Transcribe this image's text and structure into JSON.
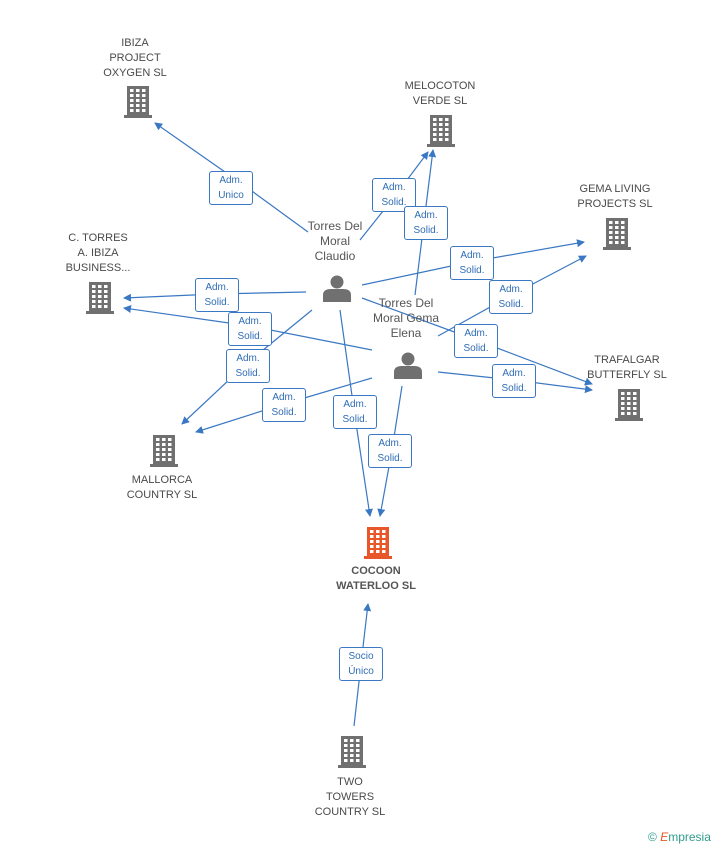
{
  "colors": {
    "edge": "#3a78c3",
    "company": "#707070",
    "focus": "#e8572a",
    "person": "#707070"
  },
  "companies": [
    {
      "id": "ibiza",
      "label": "IBIZA\nPROJECT\nOXYGEN  SL",
      "icon": "building-icon"
    },
    {
      "id": "melocoton",
      "label": "MELOCOTON\nVERDE SL",
      "icon": "building-icon"
    },
    {
      "id": "gema",
      "label": "GEMA LIVING\nPROJECTS SL",
      "icon": "building-icon"
    },
    {
      "id": "ctorres",
      "label": "C.  TORRES\nA. IBIZA\nBUSINESS...",
      "icon": "building-icon"
    },
    {
      "id": "trafalgar",
      "label": "TRAFALGAR\nBUTTERFLY SL",
      "icon": "building-icon"
    },
    {
      "id": "mallorca",
      "label": "MALLORCA\nCOUNTRY SL",
      "icon": "building-icon"
    },
    {
      "id": "cocoon",
      "label": "COCOON\nWATERLOO SL",
      "icon": "building-icon",
      "focus": true
    },
    {
      "id": "two",
      "label": "TWO\nTOWERS\nCOUNTRY  SL",
      "icon": "building-icon"
    }
  ],
  "people": [
    {
      "id": "claudio",
      "label": "Torres Del\nMoral\nClaudio",
      "icon": "person-icon"
    },
    {
      "id": "gema_elena",
      "label": "Torres Del\nMoral Gema\nElena",
      "icon": "person-icon"
    }
  ],
  "edges": [
    {
      "label": "Adm.\nUnico"
    },
    {
      "label": "Adm.\nSolid."
    },
    {
      "label": "Adm.\nSolid."
    },
    {
      "label": "Adm.\nSolid."
    },
    {
      "label": "Adm.\nSolid."
    },
    {
      "label": "Adm.\nSolid."
    },
    {
      "label": "Adm.\nSolid."
    },
    {
      "label": "Adm.\nSolid."
    },
    {
      "label": "Adm.\nSolid."
    },
    {
      "label": "Adm.\nSolid."
    },
    {
      "label": "Adm.\nSolid."
    },
    {
      "label": "Adm.\nSolid."
    },
    {
      "label": "Adm.\nSolid."
    },
    {
      "label": "Socio\nÚnico"
    }
  ],
  "brand": {
    "copyright": "©",
    "name": "mpresia",
    "initial": "E"
  }
}
